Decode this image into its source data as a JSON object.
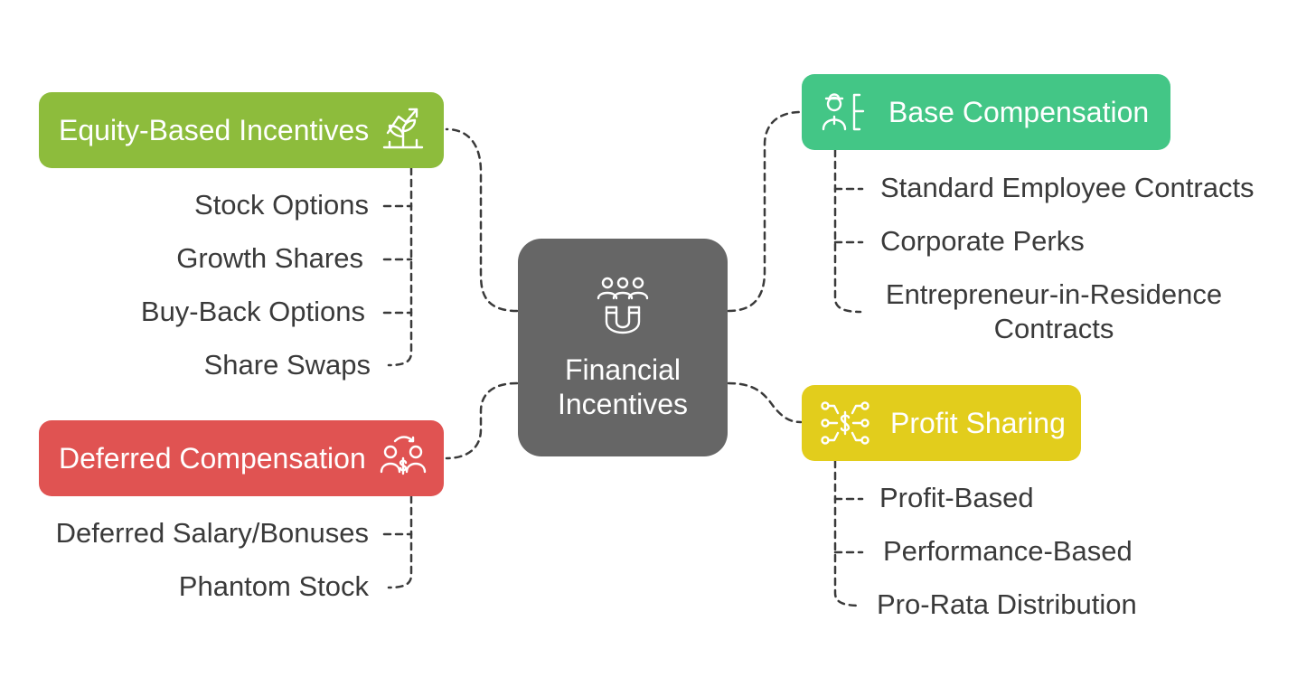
{
  "center": {
    "title": "Financial Incentives",
    "icon": "team-magnet-icon",
    "color": "#666666"
  },
  "branches": {
    "equity": {
      "title": "Equity-Based Incentives",
      "icon": "growing-plant-icon",
      "color": "#8dbc3c",
      "items": [
        "Stock Options",
        "Growth Shares",
        "Buy-Back Options",
        "Share Swaps"
      ]
    },
    "deferred": {
      "title": "Deferred Compensation",
      "icon": "money-exchange-icon",
      "color": "#e05352",
      "items": [
        "Deferred Salary/Bonuses",
        "Phantom Stock"
      ]
    },
    "base": {
      "title": "Base Compensation",
      "icon": "employee-contract-icon",
      "color": "#43c686",
      "items": [
        "Standard Employee Contracts",
        "Corporate Perks",
        "Entrepreneur-in-Residence Contracts"
      ]
    },
    "profit": {
      "title": "Profit Sharing",
      "icon": "profit-network-icon",
      "color": "#e2cd1c",
      "items": [
        "Profit-Based",
        "Performance-Based",
        "Pro-Rata Distribution"
      ]
    }
  }
}
